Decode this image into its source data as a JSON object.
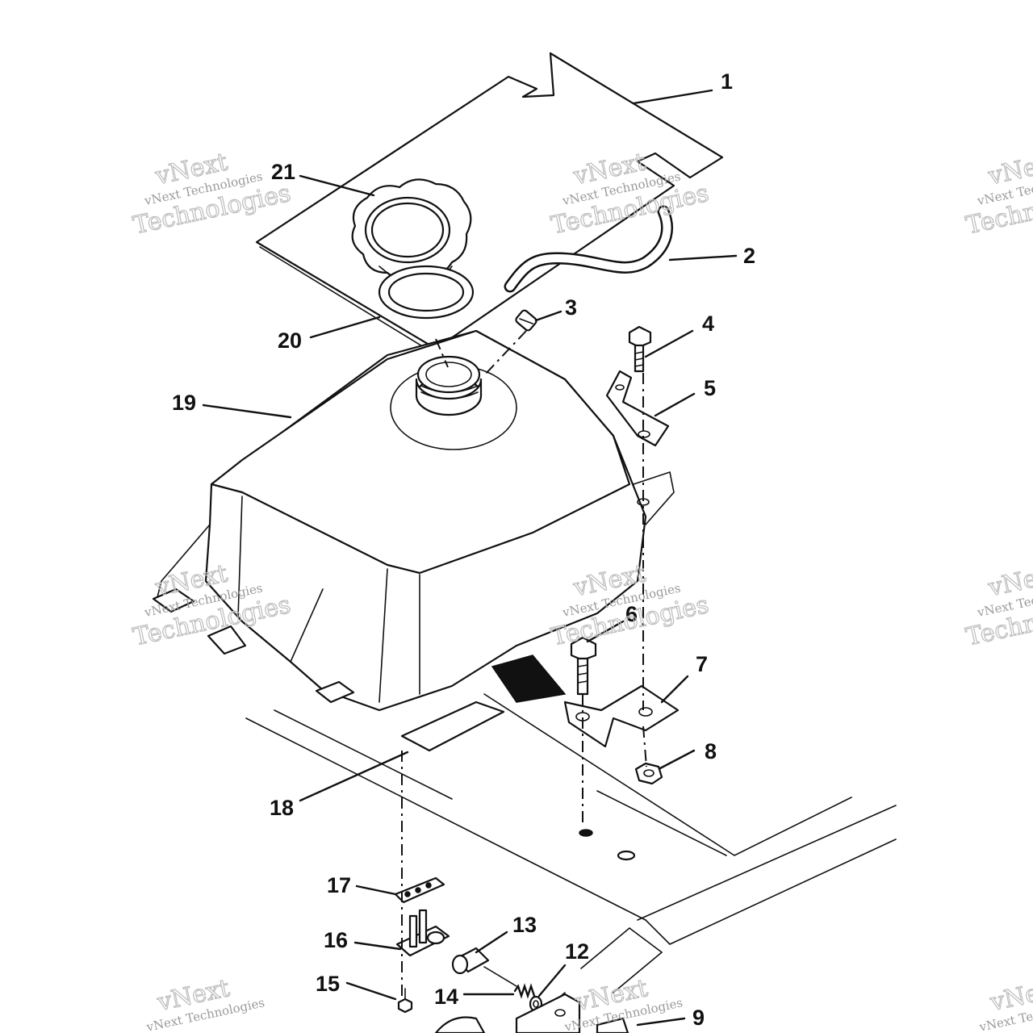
{
  "callouts": [
    {
      "id": "1",
      "label": "1"
    },
    {
      "id": "2",
      "label": "2"
    },
    {
      "id": "3",
      "label": "3"
    },
    {
      "id": "4",
      "label": "4"
    },
    {
      "id": "5",
      "label": "5"
    },
    {
      "id": "6",
      "label": "6"
    },
    {
      "id": "7",
      "label": "7"
    },
    {
      "id": "8",
      "label": "8"
    },
    {
      "id": "9",
      "label": "9"
    },
    {
      "id": "12",
      "label": "12"
    },
    {
      "id": "13",
      "label": "13"
    },
    {
      "id": "14",
      "label": "14"
    },
    {
      "id": "15",
      "label": "15"
    },
    {
      "id": "16",
      "label": "16"
    },
    {
      "id": "17",
      "label": "17"
    },
    {
      "id": "18",
      "label": "18"
    },
    {
      "id": "19",
      "label": "19"
    },
    {
      "id": "20",
      "label": "20"
    },
    {
      "id": "21",
      "label": "21"
    }
  ],
  "watermark": {
    "line1": "vNext",
    "line2": "vNext Technologies",
    "line3": "Technologies"
  }
}
